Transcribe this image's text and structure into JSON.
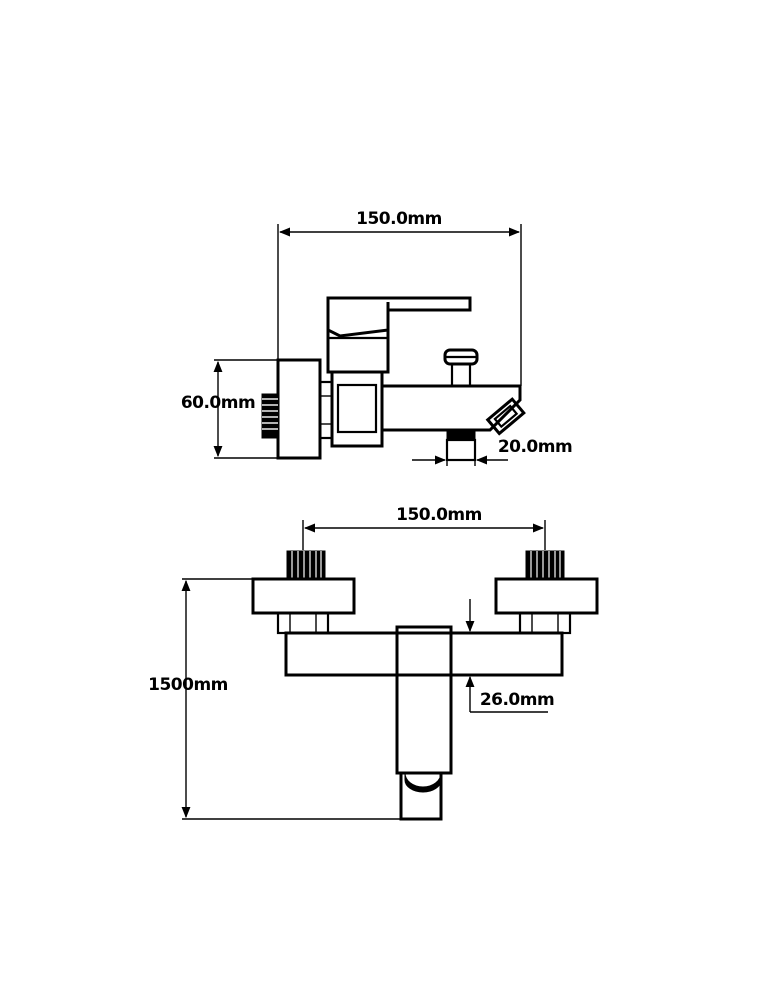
{
  "side_view": {
    "width_label": "150.0mm",
    "height_label": "60.0mm",
    "outlet_label": "20.0mm"
  },
  "front_view": {
    "spacing_label": "150.0mm",
    "height_label": "1500mm",
    "body_label": "26.0mm"
  },
  "colors": {
    "ink": "#000000",
    "paper": "#ffffff"
  }
}
